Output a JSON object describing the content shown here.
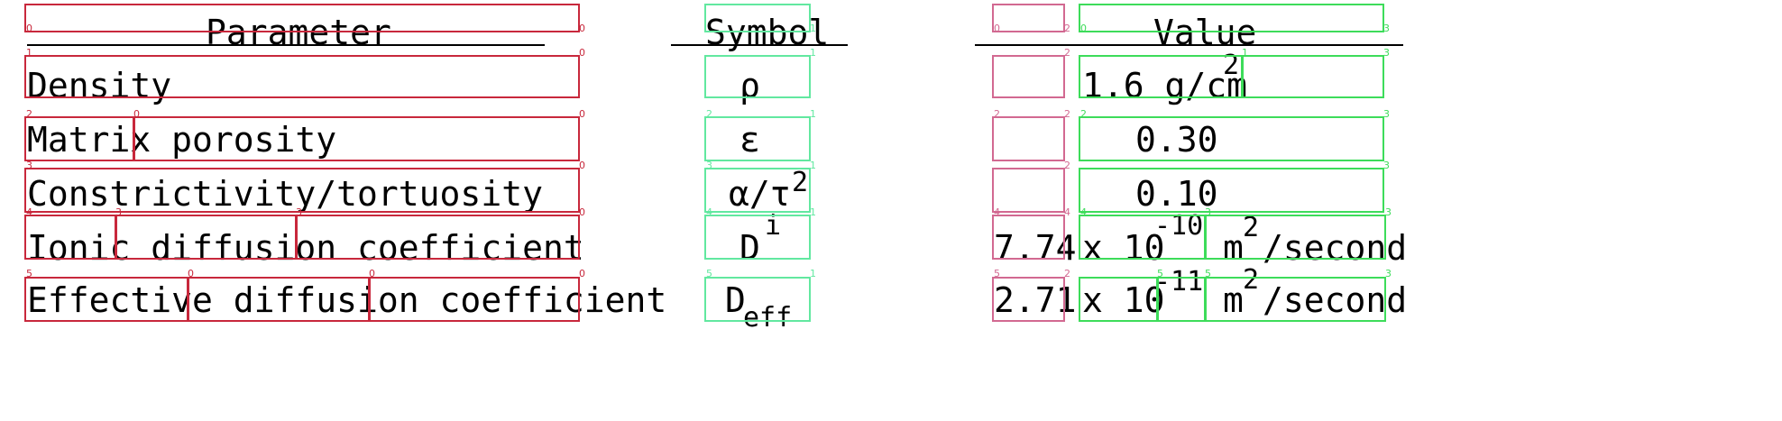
{
  "headers": {
    "parameter": "Parameter",
    "symbol": "Symbol",
    "value": "Value"
  },
  "rows": [
    {
      "parameter": "Density",
      "symbol": "ρ",
      "value": "1.6 g/cm",
      "value_sup": "2"
    },
    {
      "parameter": "Matrix porosity",
      "symbol": "ε",
      "value": "0.30"
    },
    {
      "parameter": "Constrictivity/tortuosity",
      "symbol": "α/τ",
      "symbol_sup": "2",
      "value": "0.10"
    },
    {
      "parameter": "Ionic diffusion coefficient",
      "symbol": "D",
      "symbol_sup": "i",
      "value_mantissa": "7.74",
      "value_x10": "x 10",
      "value_exp": "-10",
      "value_unit": "m",
      "value_unit_sup": "2",
      "value_unit_rest": "/second"
    },
    {
      "parameter": "Effective diffusion coefficient",
      "symbol": "D",
      "symbol_sub": "eff",
      "value_mantissa": "2.71",
      "value_x10": "x 10",
      "value_exp": "-11",
      "value_unit": "m",
      "value_unit_sup": "2",
      "value_unit_rest": "/second"
    }
  ],
  "box_indices": {
    "zero": "0",
    "one": "1",
    "two": "2",
    "three": "3",
    "four": "4",
    "five": "5"
  }
}
